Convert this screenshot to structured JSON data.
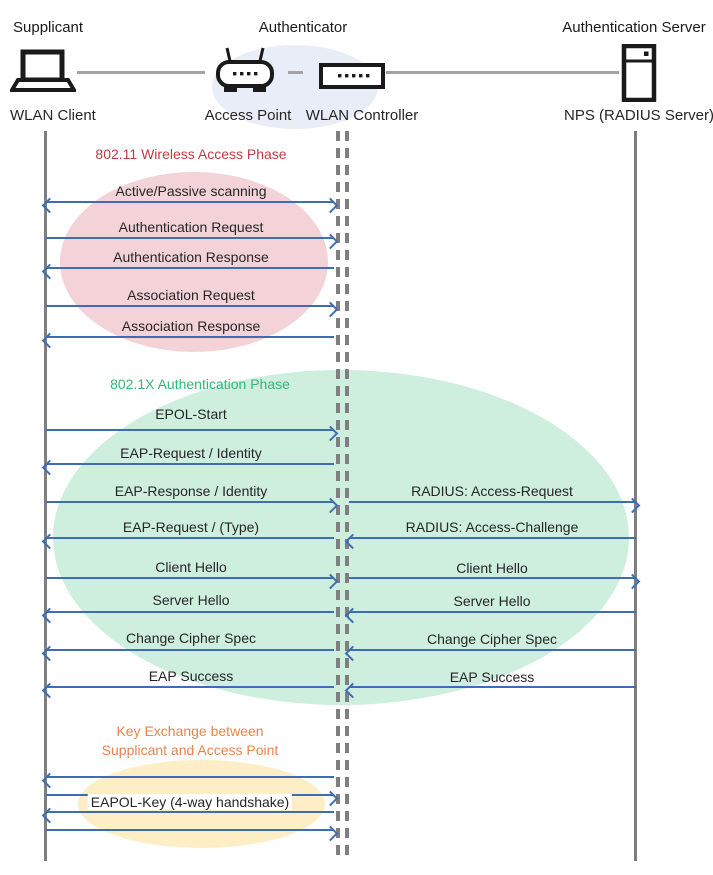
{
  "diagram": {
    "roles": {
      "supplicant": "Supplicant",
      "authenticator": "Authenticator",
      "auth_server": "Authentication Server"
    },
    "captions": {
      "wlan_client": "WLAN Client",
      "access_point": "Access Point",
      "wlan_controller": "WLAN Controller",
      "nps": "NPS (RADIUS Server)"
    },
    "icons": [
      "laptop-icon",
      "access-point-icon",
      "wlan-controller-icon",
      "server-icon"
    ],
    "phases": {
      "p80211": {
        "title": "802.11 Wireless Access Phase",
        "title_color": "#c13b44",
        "fill": "#f3d3d7"
      },
      "p8021x": {
        "title": "802.1X Authentication Phase",
        "title_color": "#33b778",
        "fill": "#ceeede"
      },
      "key_exchange": {
        "title_line1": "Key Exchange between",
        "title_line2": "Supplicant and Access Point",
        "title_color": "#e5854e",
        "fill": "#fdeec6"
      }
    },
    "messages": [
      {
        "label": "Active/Passive scanning",
        "lane": "left",
        "direction": "both"
      },
      {
        "label": "Authentication Request",
        "lane": "left",
        "direction": "right"
      },
      {
        "label": "Authentication Response",
        "lane": "left",
        "direction": "left"
      },
      {
        "label": "Association Request",
        "lane": "left",
        "direction": "right"
      },
      {
        "label": "Association Response",
        "lane": "left",
        "direction": "left"
      },
      {
        "label": "EPOL-Start",
        "lane": "left",
        "direction": "right"
      },
      {
        "label": "EAP-Request / Identity",
        "lane": "left",
        "direction": "left"
      },
      {
        "label": "EAP-Response / Identity",
        "lane": "left",
        "direction": "right"
      },
      {
        "label": "RADIUS: Access-Request",
        "lane": "right",
        "direction": "right"
      },
      {
        "label": "EAP-Request / (Type)",
        "lane": "left",
        "direction": "left"
      },
      {
        "label": "RADIUS: Access-Challenge",
        "lane": "right",
        "direction": "left"
      },
      {
        "label": "Client Hello",
        "lane": "left",
        "direction": "right"
      },
      {
        "label": "Client Hello",
        "lane": "right",
        "direction": "right"
      },
      {
        "label": "Server Hello",
        "lane": "left",
        "direction": "left"
      },
      {
        "label": "Server Hello",
        "lane": "right",
        "direction": "left"
      },
      {
        "label": "Change Cipher Spec",
        "lane": "left",
        "direction": "left"
      },
      {
        "label": "Change Cipher Spec",
        "lane": "right",
        "direction": "left"
      },
      {
        "label": "EAP Success",
        "lane": "left",
        "direction": "left"
      },
      {
        "label": "EAP Success",
        "lane": "right",
        "direction": "left"
      },
      {
        "label": "EAPOL-Key (4-way handshake)",
        "lane": "left",
        "direction": "both"
      }
    ],
    "colors": {
      "arrow": "#3e6db5",
      "lifeline": "#7f7f7f",
      "connector": "#a3a3a3",
      "authenticator_ellipse": "#e9edf7"
    }
  }
}
